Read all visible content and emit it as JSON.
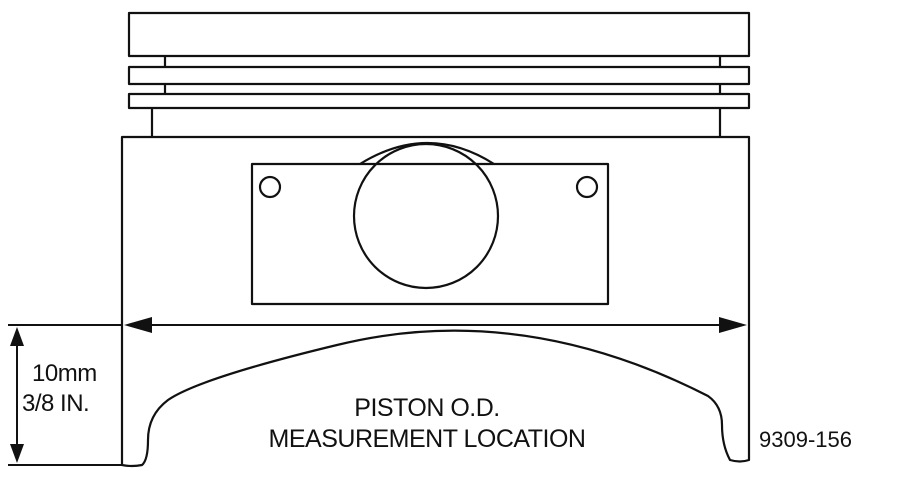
{
  "diagram": {
    "labels": {
      "offset_metric": "10mm",
      "offset_imperial": "3/8 IN.",
      "caption_line1": "PISTON O.D.",
      "caption_line2": "MEASUREMENT LOCATION",
      "figure_code": "9309-156"
    },
    "colors": {
      "line": "#111111",
      "background": "#ffffff"
    }
  }
}
